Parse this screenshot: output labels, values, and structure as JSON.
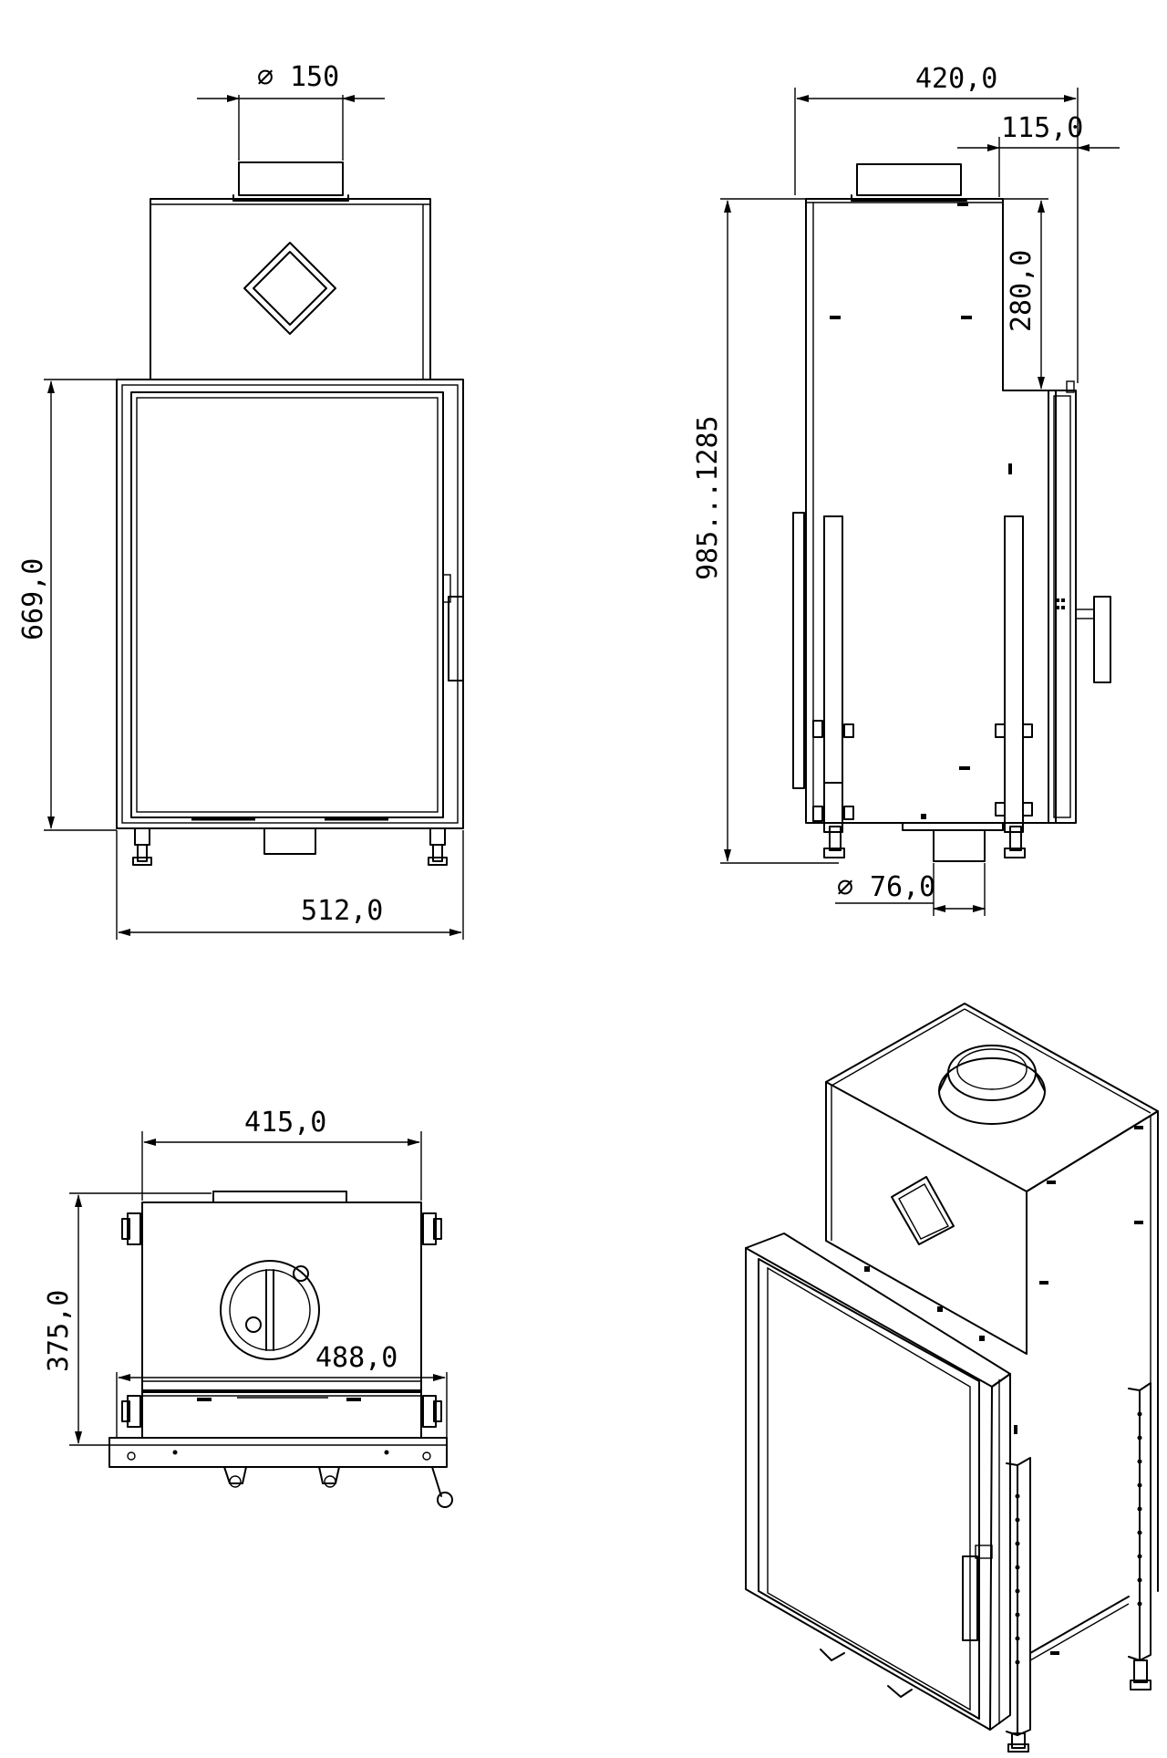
{
  "dimensions": {
    "flue_diameter": "150",
    "front_height": "669,0",
    "front_width": "512,0",
    "side_depth": "420,0",
    "side_offset": "115,0",
    "side_top_height": "280,0",
    "side_total_height": "985...1285",
    "air_inlet_diameter": "76,0",
    "top_depth_inner": "415,0",
    "top_width": "488,0",
    "top_depth": "375,0"
  },
  "symbols": {
    "diameter": "∅"
  },
  "colors": {
    "line": "#000000",
    "background": "#ffffff"
  }
}
